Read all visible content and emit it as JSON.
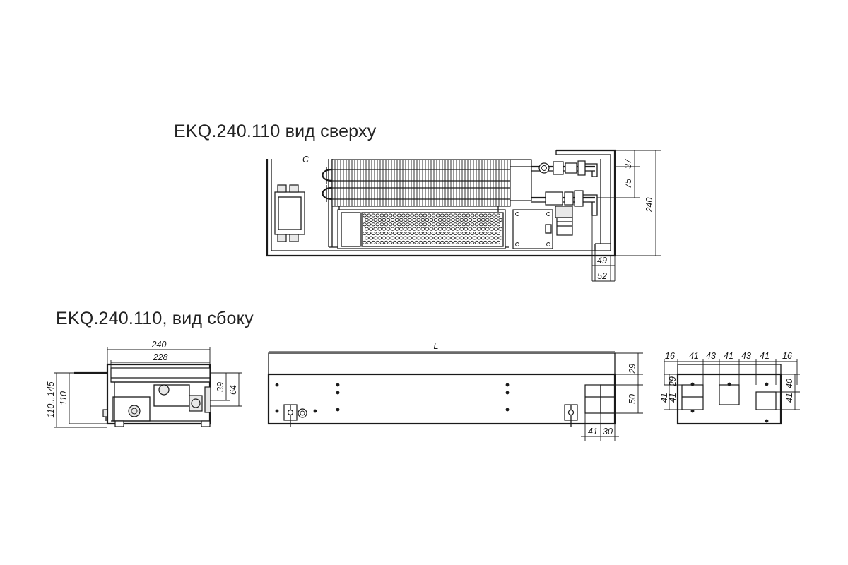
{
  "titles": {
    "top_view": "EKQ.240.110  вид сверху",
    "side_view": "EKQ.240.110, вид сбоку"
  },
  "top_view_dims": {
    "d37": "37",
    "d75": "75",
    "d240": "240",
    "d49": "49",
    "d52": "52"
  },
  "side_view_dims": {
    "d240": "240",
    "d228": "228",
    "d39": "39",
    "d64": "64",
    "d110_145": "110...145",
    "d110": "110"
  },
  "front_view_dims": {
    "L": "L",
    "d29": "29",
    "d50": "50",
    "d41": "41",
    "d30": "30"
  },
  "end_view_dims": {
    "top_row": [
      "16",
      "41",
      "43",
      "41",
      "43",
      "41",
      "16"
    ],
    "left_29": "29",
    "left_41a": "41",
    "left_41b": "41",
    "right_40": "40",
    "right_41": "41"
  }
}
